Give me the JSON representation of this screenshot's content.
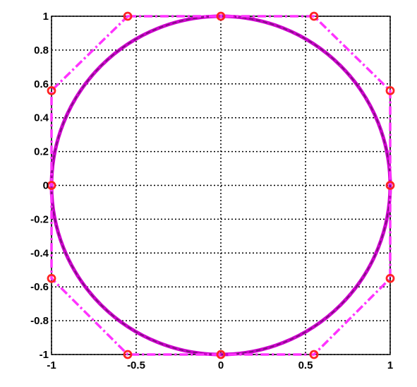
{
  "chart_data": {
    "type": "line",
    "title": "",
    "xlabel": "",
    "ylabel": "",
    "xlim": [
      -1,
      1
    ],
    "ylim": [
      -1,
      1
    ],
    "grid": true,
    "grid_style": "dotted",
    "xticks": [
      -1,
      -0.5,
      0,
      0.5,
      1
    ],
    "xtick_labels": [
      "-1",
      "-0.5",
      "0",
      "0.5",
      "1"
    ],
    "yticks": [
      1,
      0.8,
      0.6,
      0.4,
      0.2,
      0,
      -0.2,
      -0.4,
      -0.6,
      -0.8,
      -1
    ],
    "ytick_labels": [
      "1",
      "0.8",
      "0.6",
      "0.4",
      "0.2",
      "0",
      "-0.2",
      "-0.4",
      "-0.6",
      "-0.8",
      "-1"
    ],
    "series": [
      {
        "style": "solid",
        "color": "#cc00cc",
        "shape": "unit-circle",
        "center": [
          0,
          0
        ],
        "radius": 1
      },
      {
        "style": "dash-dot",
        "color": "#ff33ff",
        "marker": "circle",
        "marker_color": "#ff2222",
        "closed": true,
        "x": [
          -0.55,
          0,
          0.55,
          1,
          1,
          1,
          0.55,
          0,
          -0.55,
          -1,
          -1,
          -1
        ],
        "y": [
          1,
          1,
          1,
          0.56,
          0,
          -0.55,
          -1,
          -1,
          -1,
          -0.55,
          0,
          0.56
        ]
      }
    ]
  }
}
